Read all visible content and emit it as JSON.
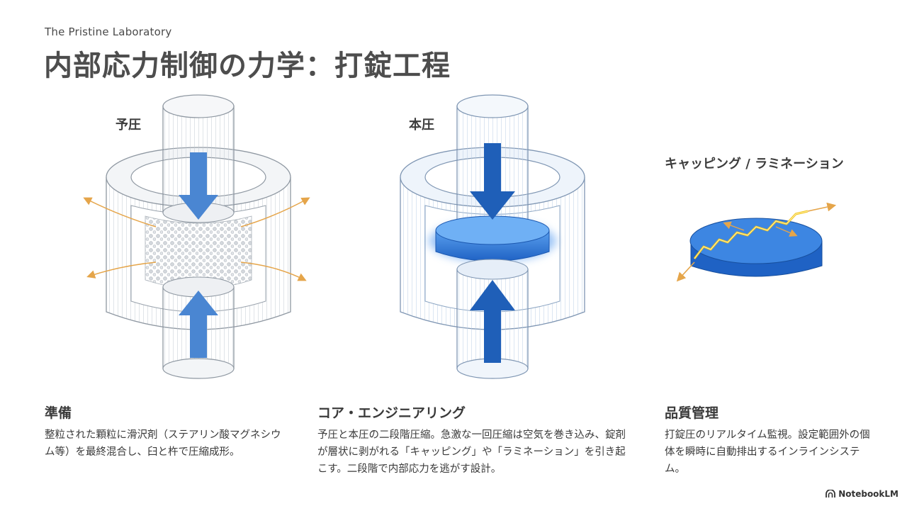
{
  "header": {
    "subtitle": "The Pristine Laboratory",
    "title": "内部応力制御の力学：打錠工程"
  },
  "stages": {
    "pre": "予圧",
    "main": "本圧",
    "defect": "キャッピング / ラミネーション"
  },
  "columns": [
    {
      "heading": "準備",
      "body": "整粒された顆粒に滑沢剤（ステアリン酸マグネシウム等）を最終混合し、臼と杵で圧縮成形。"
    },
    {
      "heading": "コア・エンジニアリング",
      "body": "予圧と本圧の二段階圧縮。急激な一回圧縮は空気を巻き込み、錠剤が層状に剥がれる「キャッピング」や「ラミネーション」を引き起こす。二段階で内部応力を逃がす設計。"
    },
    {
      "heading": "品質管理",
      "body": "打錠圧のリアルタイム監視。設定範囲外の個体を瞬時に自動排出するインラインシステム。"
    }
  ],
  "brand": {
    "name": "NotebookLM",
    "icon": "notebooklm-logo-icon"
  },
  "colors": {
    "accent_blue": "#2f78d6",
    "crack_yellow": "#f2b400",
    "arrow_orange": "#e5a54a",
    "line_gray": "#9aa3ad"
  }
}
